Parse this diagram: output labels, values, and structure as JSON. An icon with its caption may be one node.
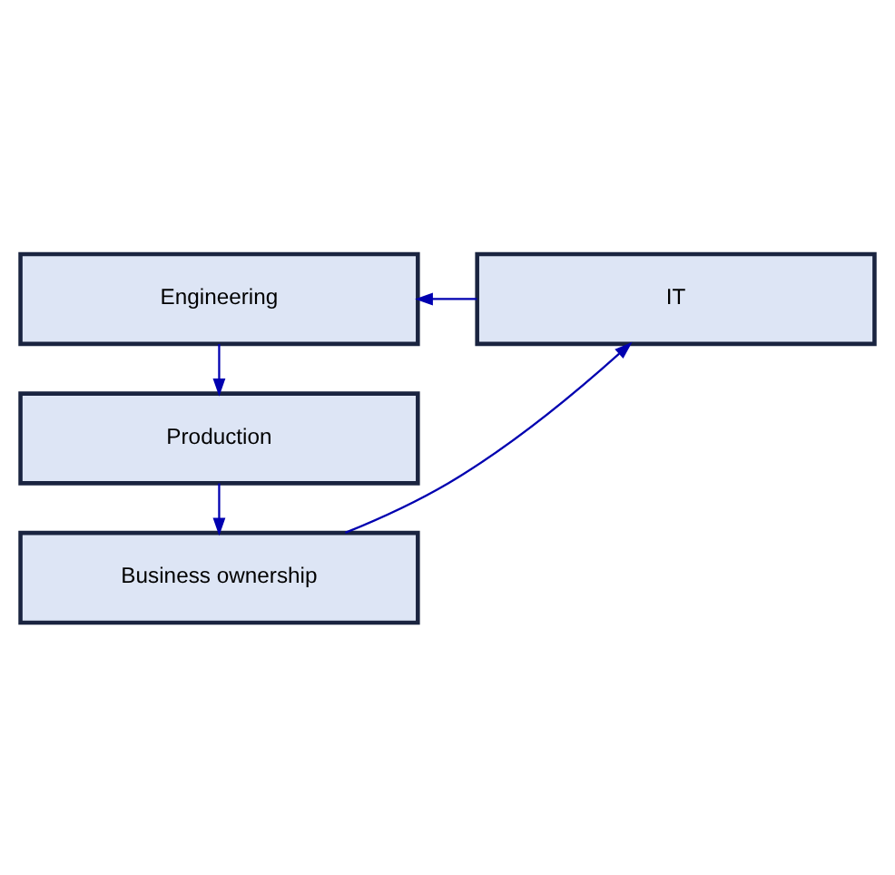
{
  "diagram": {
    "nodes": [
      {
        "text": [
          "Engineering"
        ]
      },
      {
        "text": [
          "IT"
        ]
      },
      {
        "text": [
          "Production"
        ]
      },
      {
        "text": [
          "Business ownership"
        ]
      }
    ],
    "edges": [
      {
        "from": 3,
        "to": 1,
        "arrow": "to"
      },
      {
        "from": 1,
        "to": 0,
        "arrow": "to"
      },
      {
        "from": 0,
        "to": 2,
        "arrow": "to"
      },
      {
        "from": 2,
        "to": 3,
        "arrow": "to"
      }
    ]
  }
}
